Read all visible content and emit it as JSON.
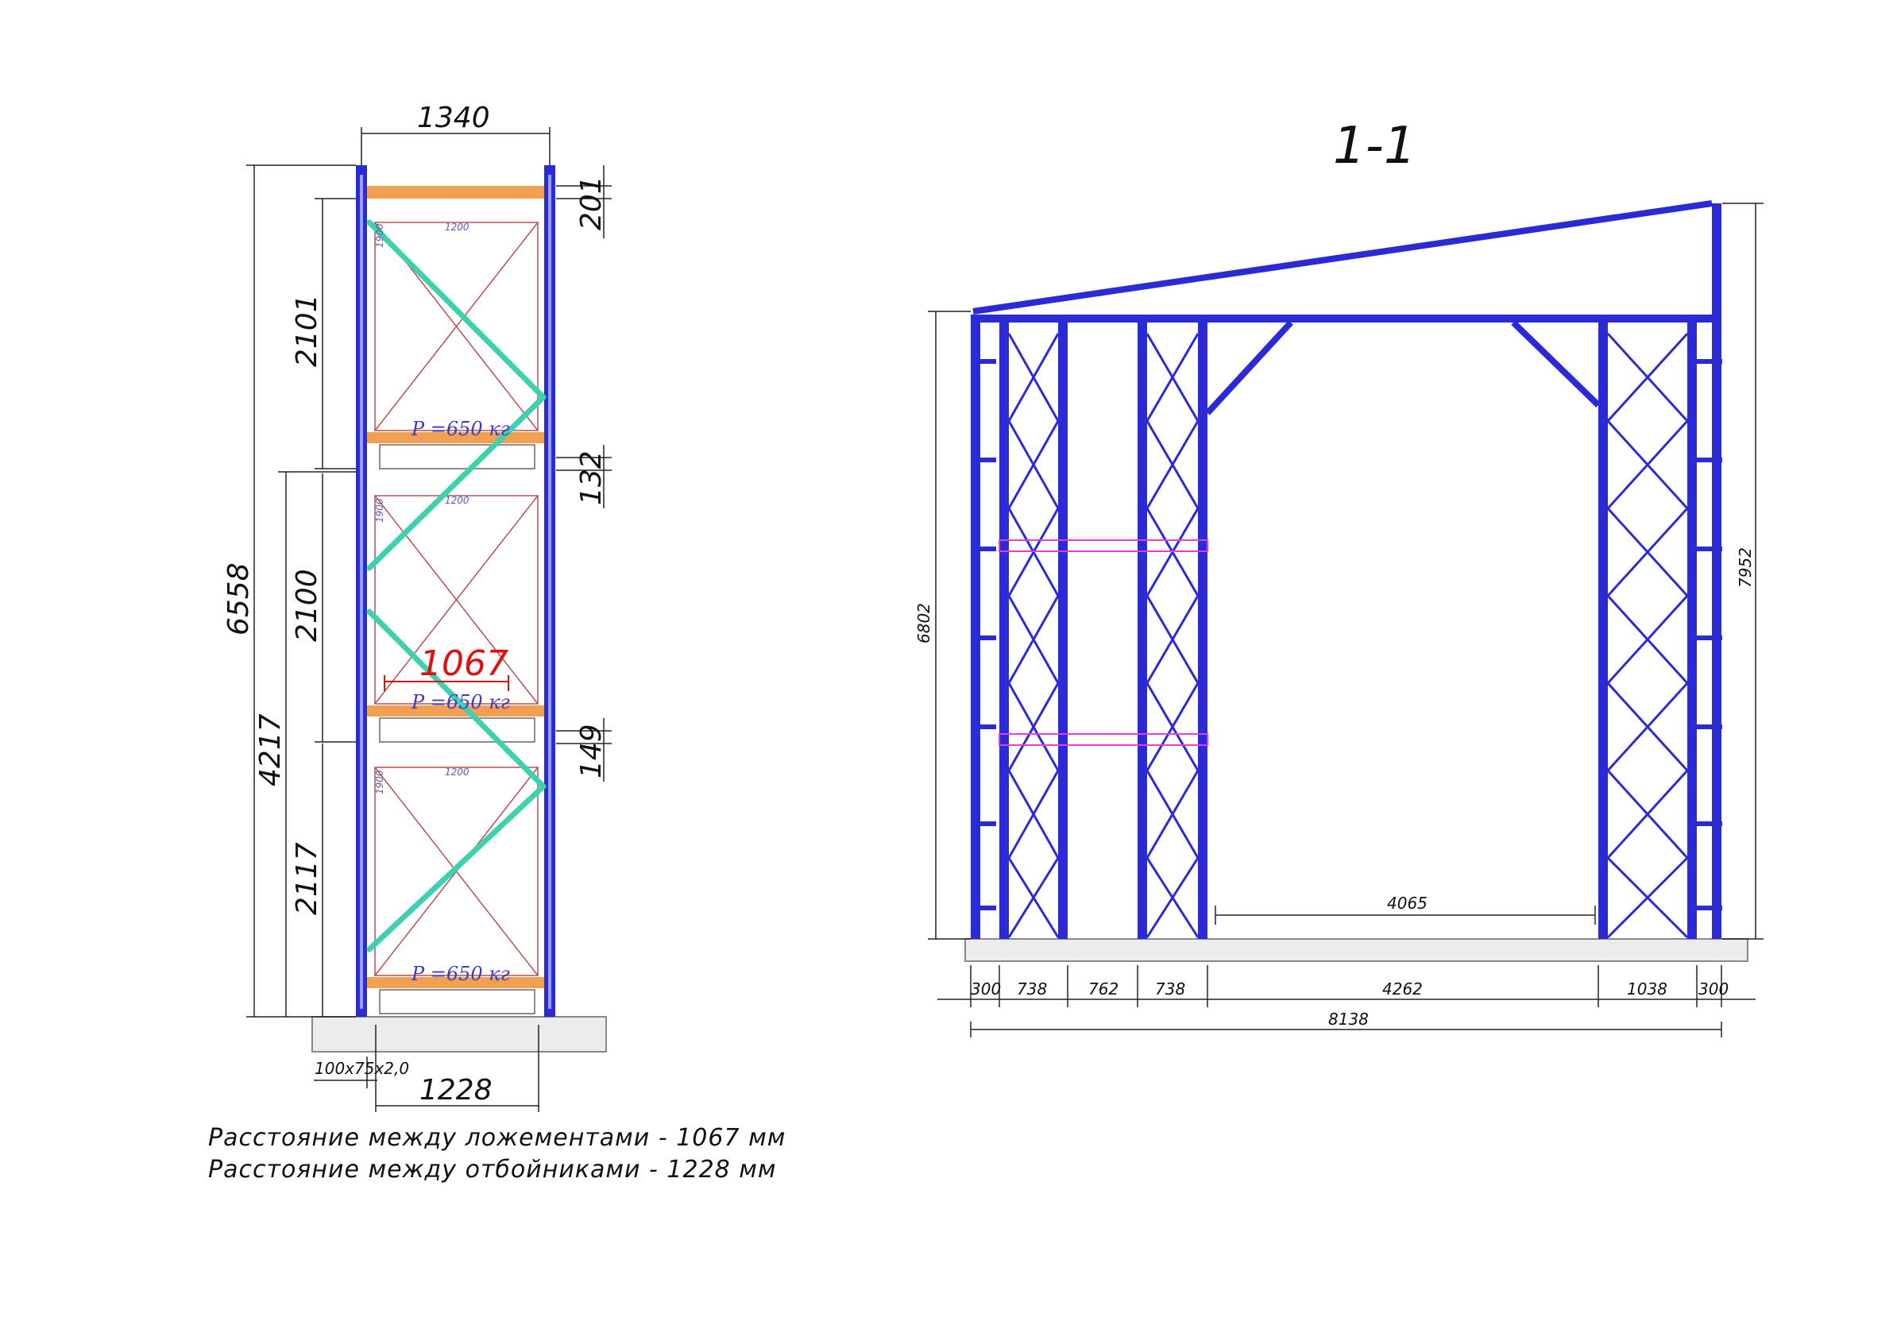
{
  "left_view": {
    "width_top": "1340",
    "spacing_top": "201",
    "segment_upper": "2101",
    "spacing_mid": "132",
    "segment_middle": "2100",
    "cradle_distance": "1067",
    "spacing_low": "149",
    "segment_lower": "2117",
    "height_lower_total": "4217",
    "height_total": "6558",
    "width_bottom": "1228",
    "profile": "100x75x2,0",
    "beam_length": "1200",
    "post_length": "1900",
    "loads": [
      "P =650 кг",
      "P =650 кг",
      "P =650 кг"
    ]
  },
  "notes": [
    "Расстояние между ложементами - 1067 мм",
    "Расстояние между отбойниками - 1228 мм"
  ],
  "section": {
    "title": "1-1",
    "height_left": "6802",
    "height_right": "7952",
    "opening": "4065",
    "spans": [
      "300",
      "738",
      "762",
      "738",
      "4262",
      "1038",
      "300"
    ],
    "total": "8138"
  },
  "colors": {
    "frame": "#2b2bd6",
    "brace": "#3fd0b0",
    "beam": "#f0a050",
    "pink": "#e040e0",
    "red": "#e01010"
  }
}
